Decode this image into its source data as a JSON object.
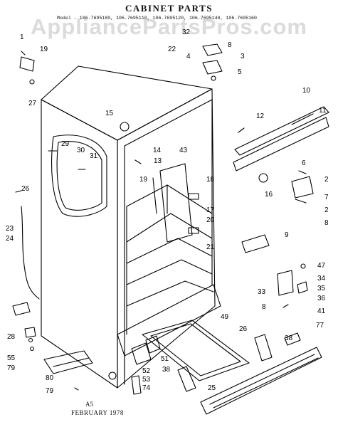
{
  "title": "CABINET PARTS",
  "models_text": "Model - 106.7695180, 106.7695110, 106.7695120, 106.7695140, 106.7695160",
  "watermark": "AppliancePartsPros.com",
  "footer": {
    "code": "A5",
    "date": "FEBRUARY 1978"
  },
  "callouts": [
    "1",
    "19",
    "27",
    "22",
    "32",
    "8",
    "4",
    "3",
    "5",
    "10",
    "11",
    "12",
    "15",
    "2",
    "6",
    "7",
    "2",
    "8",
    "16",
    "29",
    "30",
    "31",
    "14",
    "13",
    "43",
    "19",
    "18",
    "26",
    "17",
    "23",
    "20",
    "24",
    "21",
    "9",
    "47",
    "34",
    "33",
    "35",
    "8",
    "36",
    "41",
    "49",
    "77",
    "26",
    "38",
    "28",
    "55",
    "79",
    "51",
    "52",
    "53",
    "74",
    "80",
    "79",
    "38",
    "25"
  ]
}
